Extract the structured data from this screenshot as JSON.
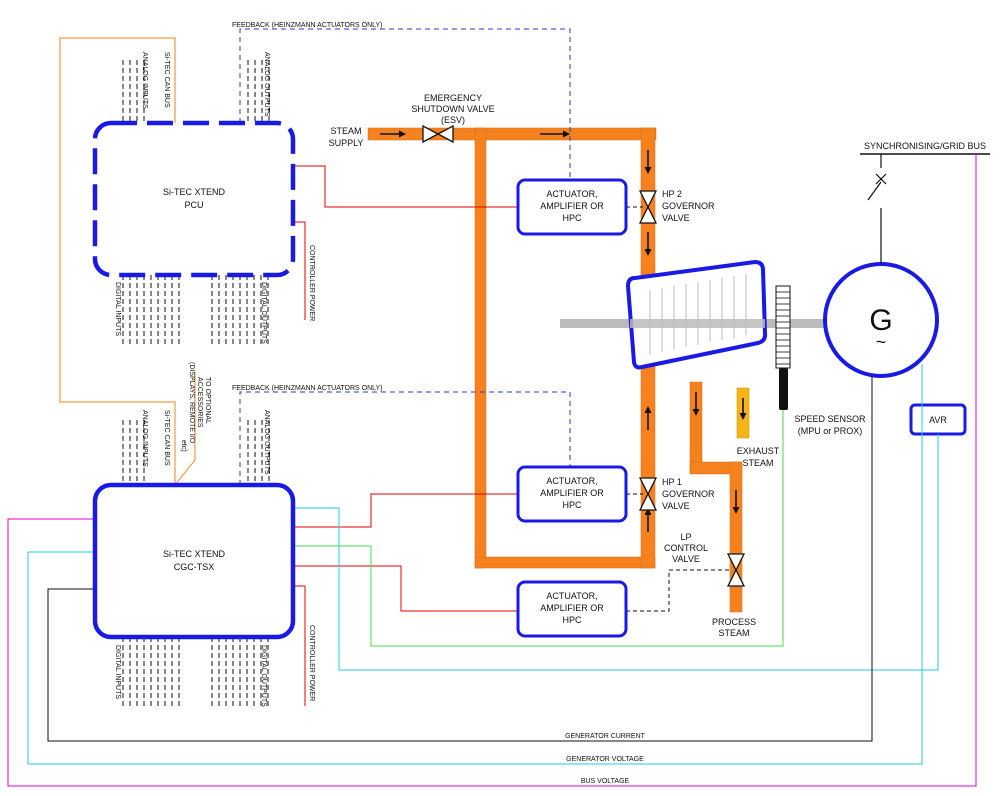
{
  "feedback_top": "FEEDBACK (HEINZMANN ACTUATORS ONLY)",
  "feedback_bottom": "FEEDBACK (HEINZMANN ACTUATORS ONLY)",
  "pcu": {
    "line1": "Si-TEC XTEND",
    "line2": "PCU",
    "sitec_can_bus": "Si-TEC CAN BUS",
    "analog_inputs": "ANALOG INPUTS",
    "analog_outputs": "ANALOG OUTPUTS",
    "digital_inputs": "DIGITAL INPUTS",
    "digital_outputs": "DIGITAL OUTPUTS",
    "controller_power": "CONTROLLER POWER"
  },
  "cgc": {
    "line1": "Si-TEC XTEND",
    "line2": "CGC-TSX",
    "sitec_can_bus": "Si-TEC CAN BUS",
    "analog_inputs": "ANALOG INPUTS",
    "analog_outputs": "ANALOG OUTPUTS",
    "digital_inputs": "DIGITAL INPUTS",
    "digital_outputs": "DIGITAL OUTPUTS",
    "controller_power": "CONTROLLER POWER",
    "optional_1": "TO OPTIONAL",
    "optional_2": "ACCESSORIES",
    "optional_3": "(DISPLAYS, REMOTE I/O",
    "optional_4": "etc)"
  },
  "steam_supply": [
    "STEAM",
    "SUPPLY"
  ],
  "esv": [
    "EMERGENCY",
    "SHUTDOWN VALVE",
    "(ESV)"
  ],
  "actuator": [
    "ACTUATOR,",
    "AMPLIFIER OR",
    "HPC"
  ],
  "hp2": [
    "HP 2",
    "GOVERNOR",
    "VALVE"
  ],
  "hp1": [
    "HP 1",
    "GOVERNOR",
    "VALVE"
  ],
  "lp": [
    "LP",
    "CONTROL",
    "VALVE"
  ],
  "exhaust": [
    "EXHAUST",
    "STEAM"
  ],
  "process": [
    "PROCESS",
    "STEAM"
  ],
  "speed_sensor": [
    "SPEED SENSOR",
    "(MPU or PROX)"
  ],
  "generator_symbol": "G",
  "generator_tilde": "~",
  "avr": "AVR",
  "grid_bus": "SYNCHRONISING/GRID BUS",
  "gen_current": "GENERATOR CURRENT",
  "gen_voltage": "GENERATOR VOLTAGE",
  "bus_voltage": "BUS VOLTAGE",
  "colors": {
    "steam": "#F5821F",
    "steam_dark": "#C8661A",
    "exhaust": "#F5B514",
    "control_box": "#1A1AE6",
    "feedback": "#3333CC",
    "control_signal": "#E60000",
    "can_bus": "#F5821F",
    "generator_current": "#000000",
    "generator_voltage": "#22CCDD",
    "bus_voltage": "#E600CC",
    "speed_signal": "#44DD44",
    "shaft": "#BBBBBB"
  }
}
